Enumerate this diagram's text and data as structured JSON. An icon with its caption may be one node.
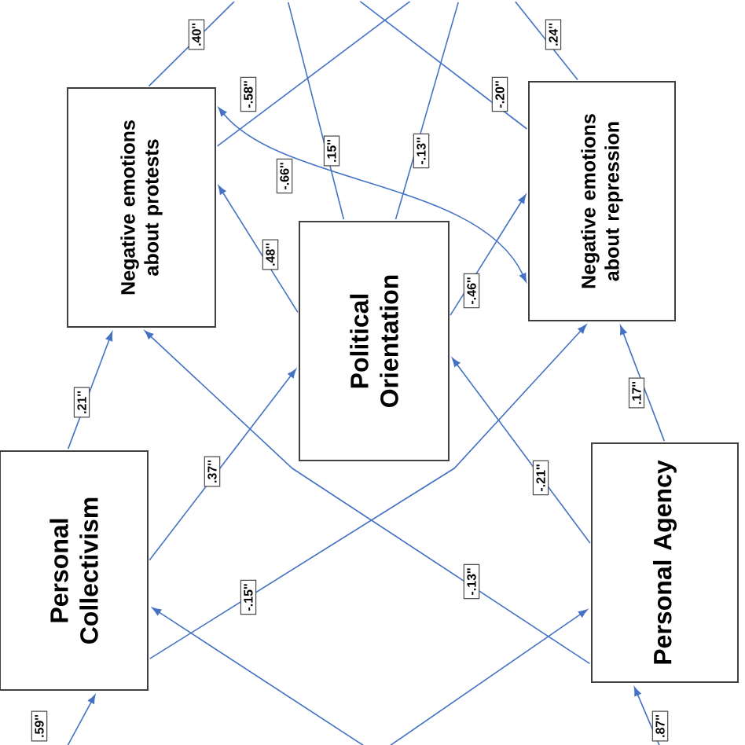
{
  "diagram": {
    "nodes": [
      {
        "text": [
          "Negative emotions about protests"
        ]
      },
      {
        "text": [
          "Political Orientation"
        ]
      },
      {
        "text": [
          "Negative emotions about repression"
        ]
      },
      {
        "text": [
          "Personal Collectivism"
        ]
      },
      {
        "text": [
          "Personal Agency"
        ]
      }
    ],
    "edges": [
      {
        "from": 0,
        "to": null,
        "arrow": "none",
        "label": ".40''"
      },
      {
        "from": 0,
        "to": null,
        "arrow": "none",
        "label": "-.58''"
      },
      {
        "from": 0,
        "to": 2,
        "arrow": "both",
        "label": "-.66''"
      },
      {
        "from": 1,
        "to": null,
        "arrow": "none",
        "label": ".15''"
      },
      {
        "from": 1,
        "to": null,
        "arrow": "none",
        "label": "-.13''"
      },
      {
        "from": 2,
        "to": null,
        "arrow": "none",
        "label": "-.20''"
      },
      {
        "from": 2,
        "to": null,
        "arrow": "none",
        "label": ".24''"
      },
      {
        "from": 1,
        "to": 0,
        "arrow": "to",
        "label": ".48''"
      },
      {
        "from": 1,
        "to": 2,
        "arrow": "to",
        "label": "-.46''"
      },
      {
        "from": 3,
        "to": 0,
        "arrow": "to",
        "label": ".21''"
      },
      {
        "from": 3,
        "to": 1,
        "arrow": "to",
        "label": ".37''"
      },
      {
        "from": 3,
        "to": 2,
        "arrow": "to",
        "label": "-.15''"
      },
      {
        "from": 4,
        "to": 0,
        "arrow": "to",
        "label": "-.13''"
      },
      {
        "from": 4,
        "to": 1,
        "arrow": "to",
        "label": "-.21''"
      },
      {
        "from": 4,
        "to": 2,
        "arrow": "to",
        "label": ".17''"
      },
      {
        "from": null,
        "to": 3,
        "arrow": "to",
        "label": ".59''"
      },
      {
        "from": null,
        "to": 4,
        "arrow": "to",
        "label": ".87''"
      },
      {
        "from": null,
        "to": 3,
        "arrow": "to"
      },
      {
        "from": null,
        "to": 4,
        "arrow": "to"
      }
    ]
  }
}
